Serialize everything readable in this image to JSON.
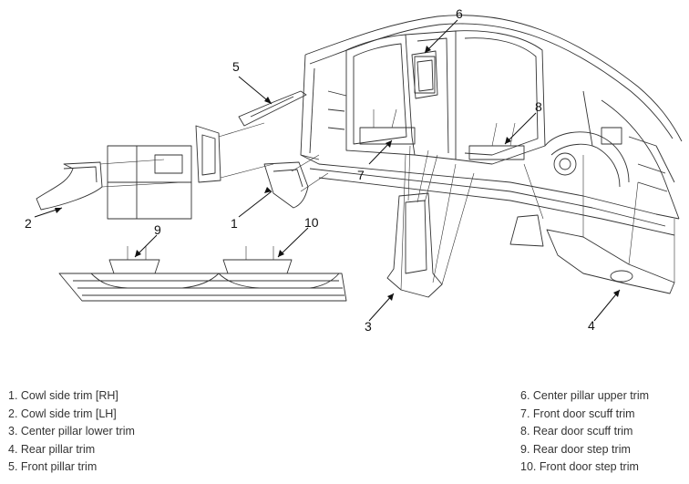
{
  "callouts": [
    "1",
    "2",
    "3",
    "4",
    "5",
    "6",
    "7",
    "8",
    "9",
    "10"
  ],
  "legend": {
    "left": [
      "1. Cowl side trim [RH]",
      "2. Cowl side trim [LH]",
      "3. Center pillar lower trim",
      "4. Rear pillar trim",
      "5. Front pillar trim"
    ],
    "right": [
      "6. Center pillar upper trim",
      "7. Front door scuff trim",
      "8. Rear door scuff trim",
      "9. Rear door step trim",
      "10. Front door step trim"
    ]
  },
  "colors": {
    "line": "#333333",
    "background": "#ffffff",
    "text": "#333333"
  }
}
